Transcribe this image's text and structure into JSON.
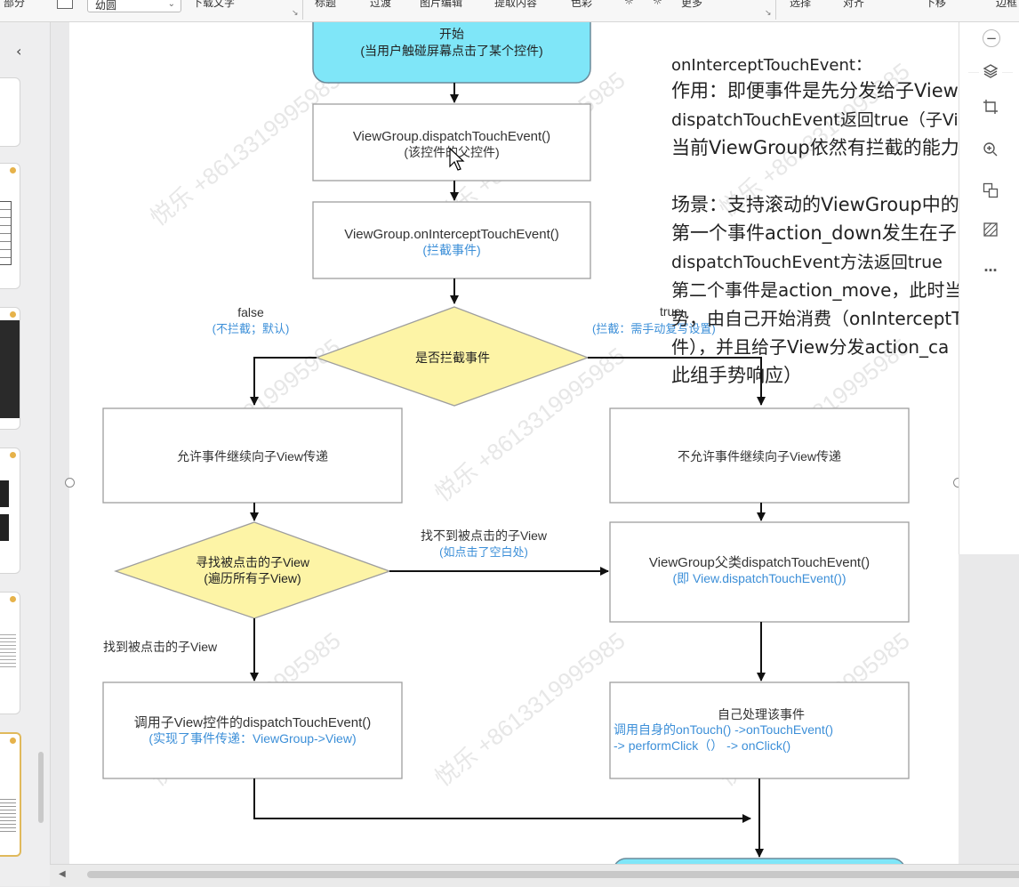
{
  "toolbar": {
    "fragments": [
      "部分",
      "幼圆",
      "下载文字",
      "标题",
      "过渡",
      "图片编辑",
      "提取内容",
      "色彩",
      "更多",
      "选择",
      "对齐",
      "下移",
      "边框"
    ],
    "font_combo": "幼圆",
    "collapse_panel": "‹"
  },
  "flowchart": {
    "start_title": "开始",
    "start_sub": "(当用户触碰屏幕点击了某个控件)",
    "dispatch_title": "ViewGroup.dispatchTouchEvent()",
    "dispatch_sub": "(该控件的父控件)",
    "intercept_title": "ViewGroup.onInterceptTouchEvent()",
    "intercept_sub": "(拦截事件)",
    "decision1": "是否拦截事件",
    "false_label": "false",
    "false_sub": "(不拦截；默认)",
    "true_label": "true",
    "true_sub": "(拦截：需手动复写设置)",
    "allow_box": "允许事件继续向子View传递",
    "deny_box": "不允许事件继续向子View传递",
    "decision2_line1": "寻找被点击的子View",
    "decision2_line2": "(遍历所有子View)",
    "notfound_label": "找不到被点击的子View",
    "notfound_sub": "(如点击了空白处)",
    "super_dispatch_title": "ViewGroup父类dispatchTouchEvent()",
    "super_dispatch_sub": "(即 View.dispatchTouchEvent())",
    "found_label": "找到被点击的子View",
    "child_dispatch_title": "调用子View控件的dispatchTouchEvent()",
    "child_dispatch_sub": "(实现了事件传递：ViewGroup->View)",
    "self_handle_title": "自己处理该事件",
    "self_handle_line2": "调用自身的onTouch() ->onTouchEvent()",
    "self_handle_line3": "-> performClick（） -> onClick()"
  },
  "notes": {
    "line1": "onInterceptTouchEvent：",
    "line2": "作用：即便事件是先分发给子View",
    "line3": "dispatchTouchEvent返回true（子View",
    "line4": "当前ViewGroup依然有拦截的能力",
    "line5": "场景：支持滚动的ViewGroup中的子",
    "line6": "第一个事件action_down发生在子",
    "line7": "dispatchTouchEvent方法返回true",
    "line8": "第二个事件是action_move，此时当",
    "line9": "势，由自己开始消费（onInterceptT",
    "line10": "件），并且给子View分发action_ca",
    "line11": "此组手势响应）"
  },
  "watermark": "悦乐 +8613319995985",
  "colors": {
    "start_fill": "#7fe6f8",
    "decision_fill": "#fdf4a6",
    "annotation_blue": "#3c8fd8",
    "box_border": "#9e9e9e"
  },
  "right_tools": {
    "collapse": "−",
    "more": "…"
  }
}
